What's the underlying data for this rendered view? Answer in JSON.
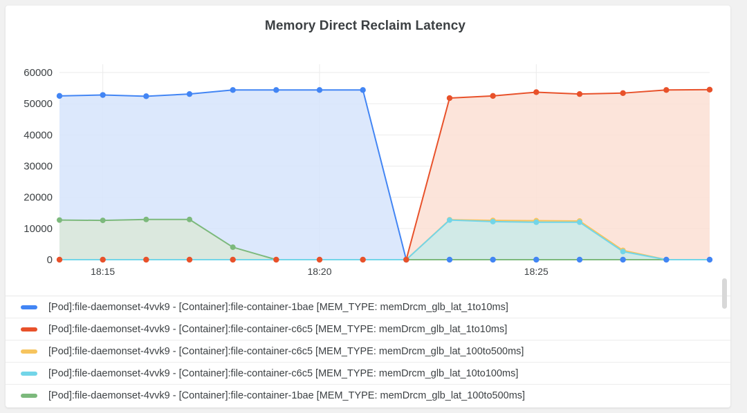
{
  "chart_data": {
    "type": "area",
    "title": "Memory Direct Reclaim Latency",
    "xlabel": "",
    "ylabel": "",
    "ylim": [
      0,
      60000
    ],
    "ytick_labels": [
      "0",
      "10000",
      "20000",
      "30000",
      "40000",
      "50000",
      "60000"
    ],
    "ytick_values": [
      0,
      10000,
      20000,
      30000,
      40000,
      50000,
      60000
    ],
    "xtick_labels": [
      "18:15",
      "18:20",
      "18:25"
    ],
    "xtick_values": [
      1,
      6,
      11
    ],
    "x": [
      0,
      1,
      2,
      3,
      4,
      5,
      6,
      7,
      8,
      9,
      10,
      11,
      12,
      13,
      14,
      15
    ],
    "grid": true,
    "legend_position": "bottom",
    "series": [
      {
        "name": "[Pod]:file-daemonset-4vvk9 - [Container]:file-container-1bae [MEM_TYPE: memDrcm_glb_lat_1to10ms]",
        "color": "#4285f4",
        "fill": "#d6e4fb",
        "values": [
          52500,
          52800,
          52400,
          53100,
          54400,
          54400,
          54400,
          54400,
          0,
          0,
          0,
          0,
          0,
          0,
          0,
          0
        ]
      },
      {
        "name": "[Pod]:file-daemonset-4vvk9 - [Container]:file-container-c6c5 [MEM_TYPE: memDrcm_glb_lat_1to10ms]",
        "color": "#e8512a",
        "fill": "#fbdfd3",
        "values": [
          0,
          0,
          0,
          0,
          0,
          0,
          0,
          0,
          0,
          51800,
          52500,
          53700,
          53100,
          53400,
          54400,
          54500
        ]
      },
      {
        "name": "[Pod]:file-daemonset-4vvk9 - [Container]:file-container-c6c5 [MEM_TYPE: memDrcm_glb_lat_100to500ms]",
        "color": "#f6c45e",
        "fill": "#e9dfb4",
        "values": [
          0,
          0,
          0,
          0,
          0,
          0,
          0,
          0,
          0,
          12800,
          12600,
          12500,
          12400,
          3000,
          0,
          0
        ]
      },
      {
        "name": "[Pod]:file-daemonset-4vvk9 - [Container]:file-container-c6c5 [MEM_TYPE: memDrcm_glb_lat_10to100ms]",
        "color": "#72d5e8",
        "fill": "#cdebef",
        "values": [
          0,
          0,
          0,
          0,
          0,
          0,
          0,
          0,
          0,
          12700,
          12200,
          12000,
          12000,
          2600,
          0,
          0
        ]
      },
      {
        "name": "[Pod]:file-daemonset-4vvk9 - [Container]:file-container-1bae [MEM_TYPE: memDrcm_glb_lat_100to500ms]",
        "color": "#7cb97c",
        "fill": "#dbe7d8",
        "values": [
          12700,
          12600,
          12900,
          12900,
          4000,
          0,
          0,
          0,
          0,
          0,
          0,
          0,
          0,
          0,
          0,
          0
        ]
      }
    ]
  },
  "legend": {
    "items": [
      {
        "label": "[Pod]:file-daemonset-4vvk9 - [Container]:file-container-1bae [MEM_TYPE: memDrcm_glb_lat_1to10ms]",
        "color": "#4285f4"
      },
      {
        "label": "[Pod]:file-daemonset-4vvk9 - [Container]:file-container-c6c5 [MEM_TYPE: memDrcm_glb_lat_1to10ms]",
        "color": "#e8512a"
      },
      {
        "label": "[Pod]:file-daemonset-4vvk9 - [Container]:file-container-c6c5 [MEM_TYPE: memDrcm_glb_lat_100to500ms]",
        "color": "#f6c45e"
      },
      {
        "label": "[Pod]:file-daemonset-4vvk9 - [Container]:file-container-c6c5 [MEM_TYPE: memDrcm_glb_lat_10to100ms]",
        "color": "#72d5e8"
      },
      {
        "label": "[Pod]:file-daemonset-4vvk9 - [Container]:file-container-1bae [MEM_TYPE: memDrcm_glb_lat_100to500ms]",
        "color": "#7cb97c"
      }
    ]
  }
}
